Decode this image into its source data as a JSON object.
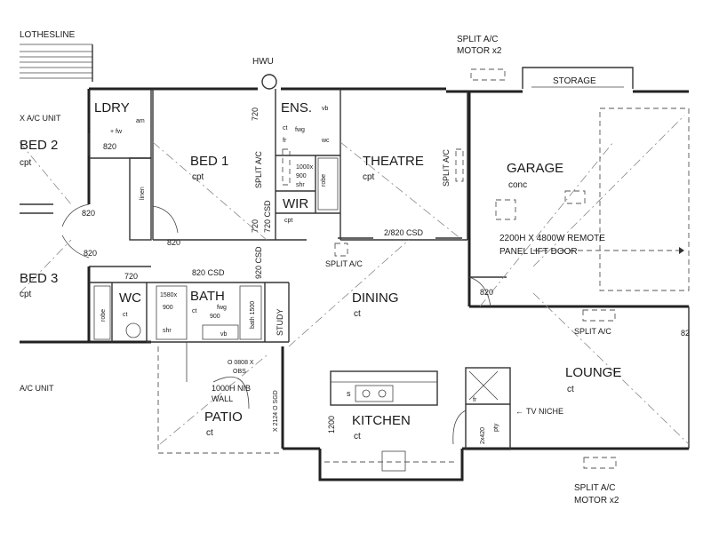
{
  "rooms": {
    "clothesline": "LOTHESLINE",
    "hwu": "HWU",
    "split_ac_motor_top": [
      "SPLIT A/C",
      "MOTOR x2"
    ],
    "storage": "STORAGE",
    "ac_unit_left": "X A/C UNIT",
    "ldry": "LDRY",
    "ldry_am": "am",
    "ldry_fw": "+ fw",
    "bed2": "BED 2",
    "bed2_floor": "cpt",
    "bed1": "BED 1",
    "bed1_floor": "cpt",
    "ens": "ENS.",
    "ens_vb": "vb",
    "ens_fwg": "fwg",
    "ens_fr": "fr",
    "ens_wc": "wc",
    "ens_ct": "ct",
    "split_ac_bed1": "SPLIT A/C",
    "wir": "WIR",
    "wir_floor": "cpt",
    "robe_ens": "robe",
    "shr_ens": "shr",
    "theatre": "THEATRE",
    "theatre_floor": "cpt",
    "split_ac_theatre": "SPLIT A/C",
    "garage": "GARAGE",
    "garage_floor": "conc",
    "garage_door": [
      "2200H X 4800W REMOTE",
      "PANEL LIFT DOOR"
    ],
    "bed3": "BED 3",
    "bed3_floor": "cpt",
    "linen": "linen",
    "wc": "WC",
    "wc_floor": "ct",
    "robe_bed3": "robe",
    "bath": "BATH",
    "bath_floor": "ct",
    "bath_fwg": "fwg",
    "bath_tub": "bath 1500",
    "vb": "vb",
    "shr": "shr",
    "study": "STUDY",
    "dining": "DINING",
    "dining_floor": "ct",
    "split_ac_dining": "SPLIT A/C",
    "split_ac_lounge": "SPLIT A/C",
    "lounge": "LOUNGE",
    "lounge_floor": "ct",
    "tv_niche": "TV NICHE",
    "fr": "fr",
    "pty": "pty",
    "kitchen": "KITCHEN",
    "kitchen_floor": "ct",
    "kitchen_s": "s",
    "patio": "PATIO",
    "patio_floor": "ct",
    "ac_unit_left2": "A/C UNIT",
    "split_ac_motor_bottom": [
      "SPLIT A/C",
      "MOTOR x2"
    ],
    "garage_right_edge": "82",
    "sgd": [
      "O 0808 X",
      "OBS"
    ],
    "nib_wall": [
      "1000H NIB",
      "WALL"
    ],
    "sgd_vertical": "X 2124 O SGD"
  },
  "dimensions": {
    "d720_a": "720",
    "d720_b": "720",
    "d720_c": "720",
    "d820_ldry": "820",
    "d820_a": "820",
    "d820_b": "820",
    "d820_c": "820",
    "d820_garage": "820",
    "csd_820": "820 CSD",
    "csd_920": "920 CSD",
    "csd_720": "720 CSD",
    "csd_theatre": "2/820 CSD",
    "ens_900": "900",
    "ens_1000x": "1000x",
    "d1580": "1580x",
    "d900_a": "900",
    "d900_b": "900",
    "d1200": "1200",
    "d2x420": "2x420"
  }
}
